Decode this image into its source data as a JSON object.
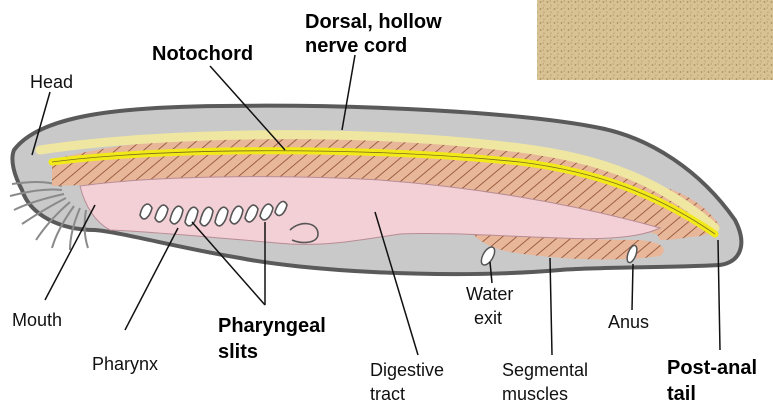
{
  "labels": {
    "dorsal_line1": "Dorsal, hollow",
    "dorsal_line2": "nerve cord",
    "notochord": "Notochord",
    "head": "Head",
    "mouth": "Mouth",
    "pharynx": "Pharynx",
    "pharyngeal_line1": "Pharyngeal",
    "pharyngeal_line2": "slits",
    "digestive_line1": "Digestive",
    "digestive_line2": "tract",
    "water_line1": "Water",
    "water_line2": "exit",
    "segmental_line1": "Segmental",
    "segmental_line2": "muscles",
    "anus": "Anus",
    "postanal_line1": "Post-anal",
    "postanal_line2": "tail"
  },
  "colors": {
    "body_outline": "#5a5a5a",
    "body_fill": "#c9c9c9",
    "muscle": "#e8b79a",
    "muscle_stripe": "#8a4a2e",
    "notochord": "#f2ea18",
    "nerve_cord": "#efe6a2",
    "gut": "#f3cfd6",
    "sand": "#d8c294"
  }
}
